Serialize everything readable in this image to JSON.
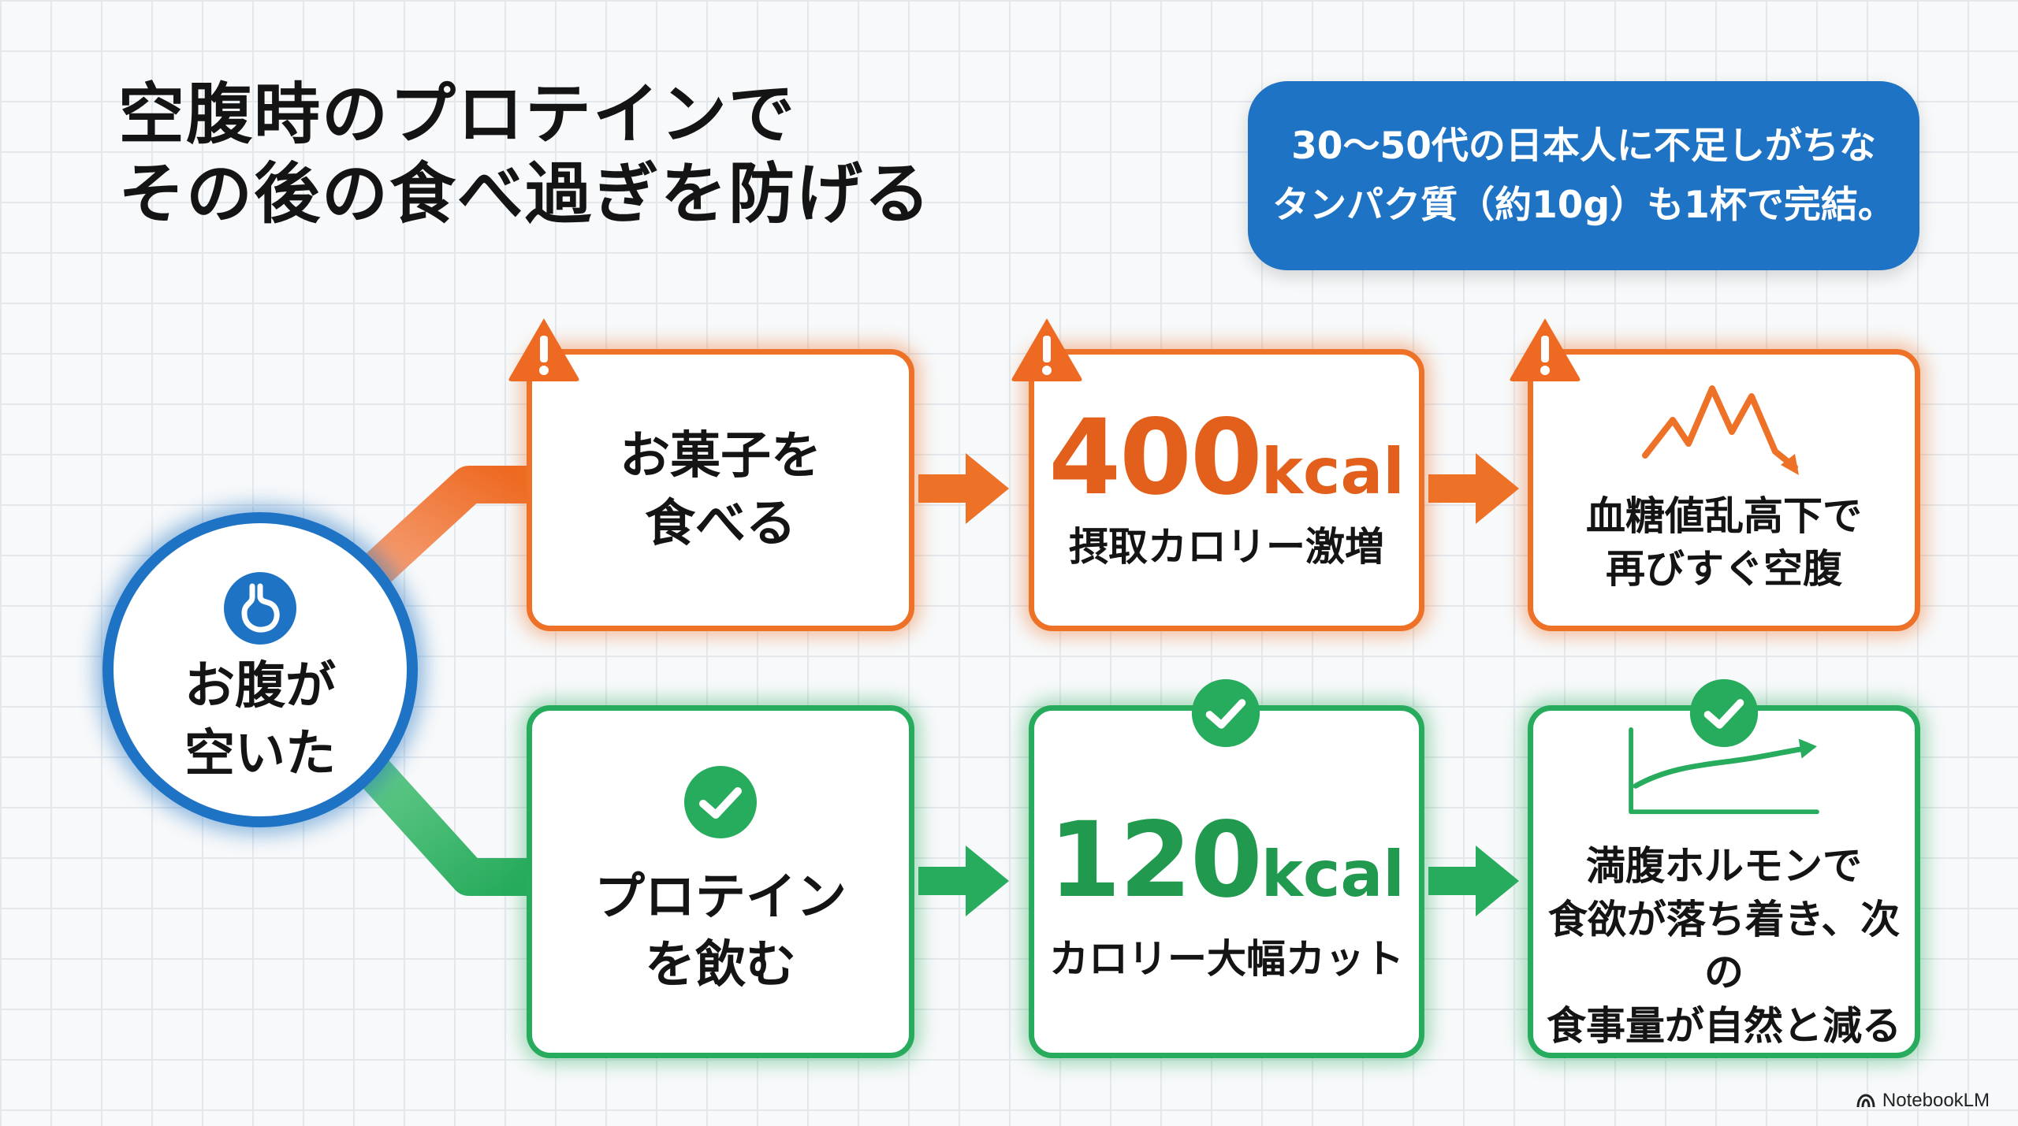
{
  "title": {
    "line1": "空腹時のプロテインで",
    "line2": "その後の食べ過ぎを防げる"
  },
  "callout": {
    "line1": "30〜50代の日本人に不足しがちな",
    "line2": "タンパク質（約10g）も1杯で完結。"
  },
  "start_node": {
    "icon": "stomach-icon",
    "label": "お腹が\n空いた"
  },
  "bad_path": {
    "step1": {
      "label": "お菓子を\n食べる"
    },
    "step2": {
      "value": "400",
      "unit": "kcal",
      "caption": "摂取カロリー激増"
    },
    "step3": {
      "icon": "spiking-line-icon",
      "caption": "血糖値乱高下で\n再びすぐ空腹"
    },
    "badge_icon": "warning-icon"
  },
  "good_path": {
    "step1": {
      "label": "プロテイン\nを飲む",
      "icon": "check-icon"
    },
    "step2": {
      "value": "120",
      "unit": "kcal",
      "caption": "カロリー大幅カット"
    },
    "step3": {
      "icon": "rising-line-icon",
      "caption": "満腹ホルモンで\n食欲が落ち着き、次の\n食事量が自然と減る"
    },
    "badge_icon": "check-icon"
  },
  "footer": {
    "brand": "NotebookLM"
  },
  "colors": {
    "bad": "#ee7128",
    "good": "#27ab5c",
    "primary": "#1f73c4"
  }
}
